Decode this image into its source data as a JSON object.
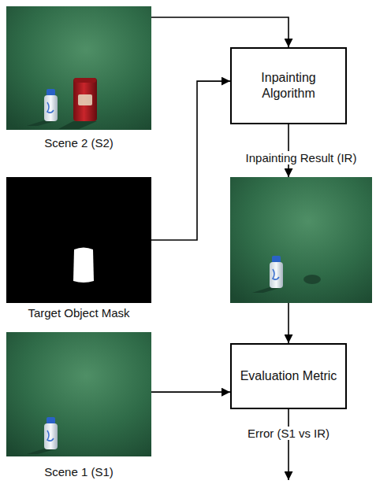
{
  "diagram": {
    "nodes": [
      {
        "text": [
          "Scene 2 (S2)"
        ]
      },
      {
        "text": [
          "Inpainting Algorithm"
        ]
      },
      {
        "text": [
          "Target Object Mask"
        ]
      },
      {
        "text": [
          "Inpainting Result (IR)"
        ]
      },
      {
        "text": [
          "Scene 1 (S1)"
        ]
      },
      {
        "text": [
          "Evaluation Metric"
        ]
      }
    ],
    "edges": [
      {
        "from": 0,
        "to": 1,
        "arrow": "to"
      },
      {
        "from": 2,
        "to": 1,
        "arrow": "to"
      },
      {
        "from": 1,
        "to": 3,
        "arrow": "to"
      },
      {
        "from": 3,
        "to": 5,
        "arrow": "to"
      },
      {
        "from": 4,
        "to": 5,
        "arrow": "to"
      }
    ],
    "labels": [
      "Error (S1 vs IR)"
    ]
  }
}
